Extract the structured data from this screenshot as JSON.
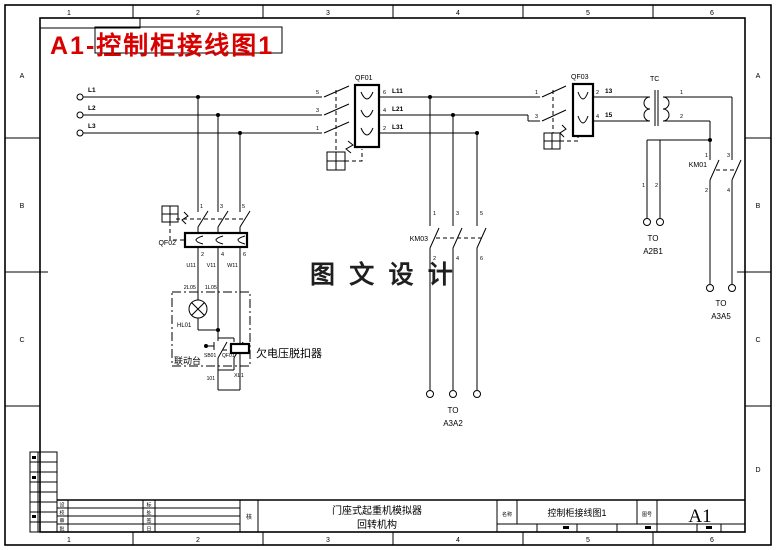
{
  "frame": {
    "top_zones": [
      "1",
      "2",
      "3",
      "4",
      "5",
      "6"
    ],
    "bottom_zones": [
      "1",
      "2",
      "3",
      "4",
      "5",
      "6"
    ],
    "left_zones": [
      "A",
      "B",
      "C"
    ],
    "right_zones": [
      "A",
      "B",
      "C",
      "D"
    ]
  },
  "drawing_title": "A1-控制柜接线图1",
  "watermark": "图 文 设 计",
  "phases": [
    "L1",
    "L2",
    "L3"
  ],
  "qf01": {
    "label": "QF01",
    "in_terms": [
      "5",
      "3",
      "1"
    ],
    "out_terms": [
      "6",
      "4",
      "2"
    ],
    "out_wires": [
      "L11",
      "L21",
      "L31"
    ]
  },
  "qf02": {
    "label": "QF02",
    "in_terms": [
      "1",
      "3",
      "5"
    ],
    "out_terms": [
      "2",
      "4",
      "6"
    ],
    "out_wires": [
      "U11",
      "V11",
      "W11"
    ]
  },
  "qf03": {
    "label": "QF03",
    "in_terms": [
      "1",
      "3"
    ],
    "out_terms": [
      "2",
      "4"
    ],
    "out_wires": [
      "13",
      "15"
    ]
  },
  "tc": {
    "label": "TC",
    "sec_wires": [
      "1",
      "2"
    ]
  },
  "km01": {
    "label": "KM01",
    "top_terms": [
      "1",
      "3"
    ],
    "bot_terms": [
      "2",
      "4"
    ],
    "drop_wires": [
      "1",
      "2"
    ]
  },
  "km03": {
    "label": "KM03",
    "top_terms": [
      "1",
      "3",
      "5"
    ],
    "bot_terms": [
      "2",
      "4",
      "6"
    ]
  },
  "lamp": {
    "label": "HL01",
    "wires": [
      "2L05",
      "1L05"
    ]
  },
  "button": {
    "label": "SB01"
  },
  "aux": {
    "label": "QF01"
  },
  "coil": {
    "label": "欠电压脱扣器",
    "wire": "XL1",
    "node": "101"
  },
  "box_label": "联动台",
  "terminals": {
    "a2b1": [
      "TO",
      "A2B1"
    ],
    "a3a5": [
      "TO",
      "A3A5"
    ],
    "a3a2": [
      "TO",
      "A3A2"
    ]
  },
  "title_block": {
    "rows_left": [
      "设",
      "校",
      "审",
      "批"
    ],
    "rows_mid": [
      "标",
      "处",
      "签",
      "日"
    ],
    "check_char": "核",
    "product_line1": "门座式起重机模拟器",
    "product_line2": "回转机构",
    "name_label": "名称",
    "drawing_name": "控制柜接线图1",
    "no_label": "图号",
    "sheet_code": "A1"
  }
}
